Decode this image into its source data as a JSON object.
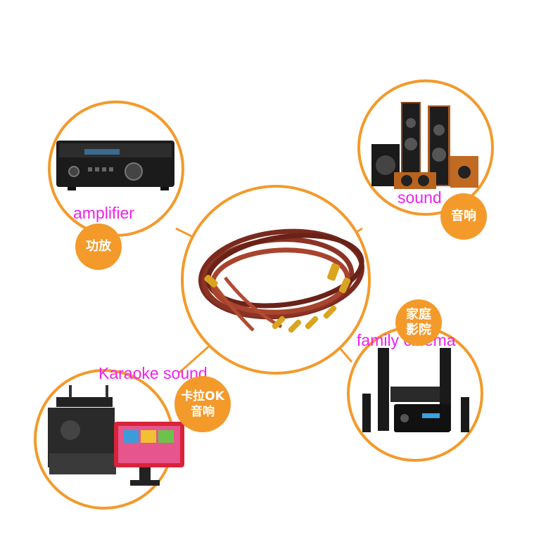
{
  "colors": {
    "accent_orange": "#f39a2b",
    "label_magenta": "#ee22ee",
    "cable_brown": "#7a2a1e",
    "connector_gold": "#d9a520"
  },
  "nodes": {
    "amplifier": {
      "label_en": "amplifier",
      "label_zh": "功放"
    },
    "sound": {
      "label_en": "sound",
      "label_zh": "音响"
    },
    "home_theater": {
      "label_en": "family cinema",
      "label_zh_line1": "家庭",
      "label_zh_line2": "影院"
    },
    "karaoke": {
      "label_en": "Karaoke sound",
      "label_zh_line1": "卡拉OK",
      "label_zh_line2": "音响"
    }
  }
}
